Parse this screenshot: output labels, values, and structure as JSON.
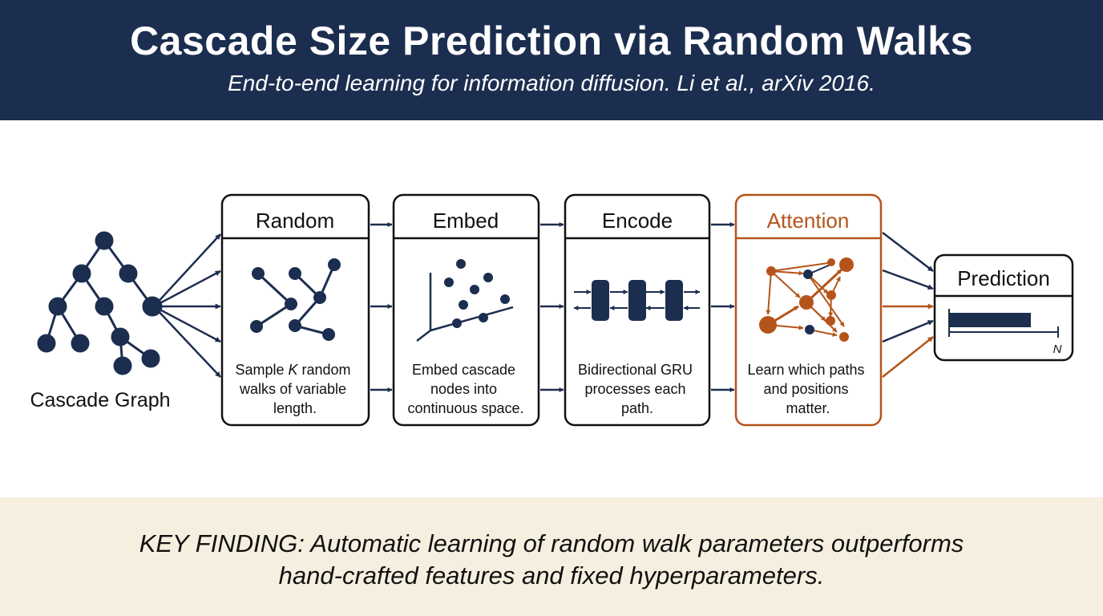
{
  "header": {
    "title": "Cascade Size Prediction via Random Walks",
    "subtitle": "End-to-end learning for information diffusion. Li et al., arXiv 2016."
  },
  "colors": {
    "navy": "#1c2e4f",
    "accent": "#b5541a",
    "footer_bg": "#f6efdf"
  },
  "input": {
    "label": "Cascade Graph"
  },
  "stages": [
    {
      "id": "random",
      "title": "Random",
      "desc_lines": [
        "Sample",
        "K",
        "random",
        "walks of variable",
        "length."
      ]
    },
    {
      "id": "embed",
      "title": "Embed",
      "desc_lines": [
        "Embed cascade",
        "nodes into",
        "continuous space."
      ]
    },
    {
      "id": "encode",
      "title": "Encode",
      "desc_lines": [
        "Bidirectional GRU",
        "processes each",
        "path."
      ]
    },
    {
      "id": "attention",
      "title": "Attention",
      "desc_lines": [
        "Learn which paths",
        "and positions",
        "matter."
      ]
    }
  ],
  "output": {
    "title": "Prediction",
    "axis_label": "N",
    "bar_fraction": 0.75
  },
  "footer": {
    "finding_line1": "KEY FINDING: Automatic learning of random walk parameters outperforms",
    "finding_line2": "hand-crafted features and fixed hyperparameters."
  }
}
